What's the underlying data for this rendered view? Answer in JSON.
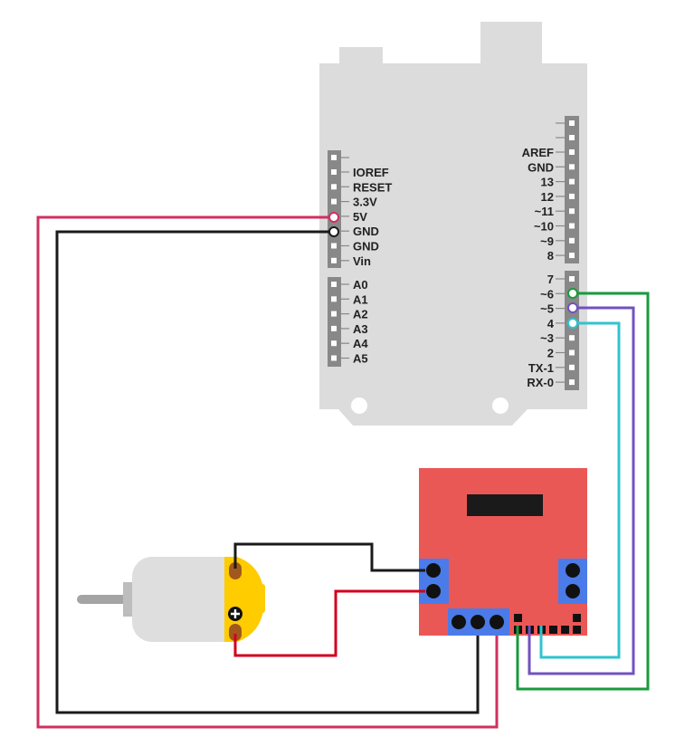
{
  "colors": {
    "board": "#dcdcdc",
    "header": "#888888",
    "driver": "#ea5856",
    "terminal": "#4a7be8",
    "motor_body": "#dedede",
    "motor_cap": "#ffcc00",
    "wire_red": "#d0305f",
    "wire_black": "#1a1a1a",
    "wire_motor_red": "#d0021b",
    "wire_green": "#1a9a3c",
    "wire_purple": "#7152c0",
    "wire_cyan": "#2fc4cf"
  },
  "arduino": {
    "left_power": [
      "IOREF",
      "RESET",
      "3.3V",
      "5V",
      "GND",
      "GND",
      "Vin"
    ],
    "left_analog": [
      "A0",
      "A1",
      "A2",
      "A3",
      "A4",
      "A5"
    ],
    "right_top": [
      "AREF",
      "GND",
      "13",
      "12",
      "~11",
      "~10",
      "~9",
      "8"
    ],
    "right_bottom": [
      "7",
      "~6",
      "~5",
      "4",
      "~3",
      "2",
      "TX-1",
      "RX-0"
    ]
  },
  "icons": {
    "motor_polarity": "plus-icon"
  }
}
